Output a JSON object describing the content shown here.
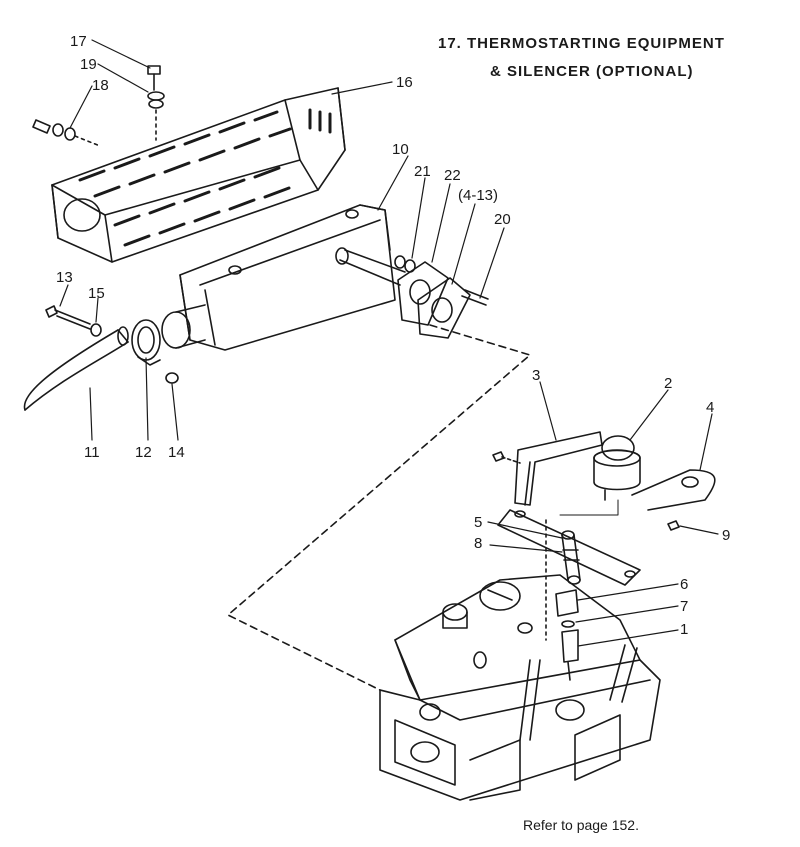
{
  "title": {
    "line1": "17.  THERMOSTARTING EQUIPMENT",
    "line2": "& SILENCER (OPTIONAL)"
  },
  "footer": "Refer to page 152.",
  "callouts": [
    {
      "id": "17",
      "text": "17"
    },
    {
      "id": "19",
      "text": "19"
    },
    {
      "id": "18",
      "text": "18"
    },
    {
      "id": "16",
      "text": "16"
    },
    {
      "id": "10",
      "text": "10"
    },
    {
      "id": "21",
      "text": "21"
    },
    {
      "id": "22",
      "text": "22"
    },
    {
      "id": "4-13",
      "text": "(4-13)"
    },
    {
      "id": "20",
      "text": "20"
    },
    {
      "id": "13",
      "text": "13"
    },
    {
      "id": "15",
      "text": "15"
    },
    {
      "id": "11",
      "text": "11"
    },
    {
      "id": "12",
      "text": "12"
    },
    {
      "id": "14",
      "text": "14"
    },
    {
      "id": "3",
      "text": "3"
    },
    {
      "id": "2",
      "text": "2"
    },
    {
      "id": "4",
      "text": "4"
    },
    {
      "id": "9",
      "text": "9"
    },
    {
      "id": "5",
      "text": "5"
    },
    {
      "id": "8",
      "text": "8"
    },
    {
      "id": "6",
      "text": "6"
    },
    {
      "id": "7",
      "text": "7"
    },
    {
      "id": "1",
      "text": "1"
    }
  ]
}
